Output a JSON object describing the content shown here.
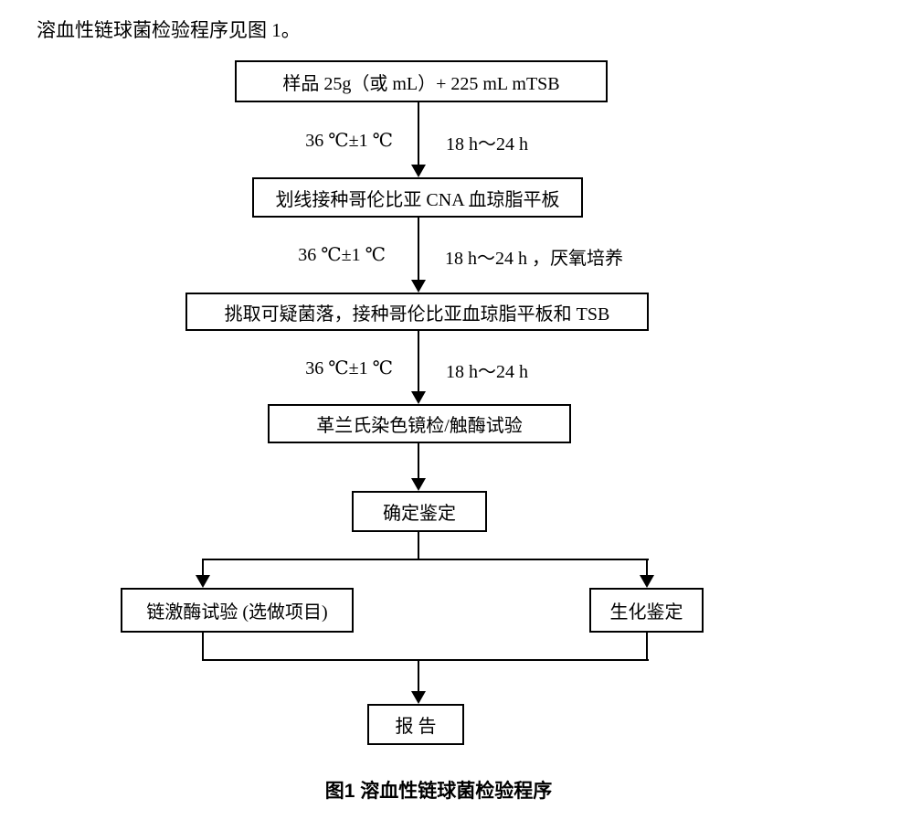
{
  "page": {
    "intro_text": "溶血性链球菌检验程序见图 1。",
    "caption": "图1 溶血性链球菌检验程序"
  },
  "flowchart": {
    "boxes": {
      "sample": "样品 25g（或 mL）+ 225 mL mTSB",
      "streak_cna": "划线接种哥伦比亚 CNA 血琼脂平板",
      "pick_colony": "挑取可疑菌落，接种哥伦比亚血琼脂平板和 TSB",
      "gram_stain": "革兰氏染色镜检/触酶试验",
      "confirm_id": "确定鉴定",
      "streptokinase": "链激酶试验 (选做项目)",
      "biochemical": "生化鉴定",
      "report": "报 告"
    },
    "edge_labels": {
      "step1_left": "36 ℃±1 ℃",
      "step1_right": "18 h～24 h",
      "step2_left": "36 ℃±1 ℃",
      "step2_right": "18 h～24 h ，厌氧培养",
      "step3_left": "36 ℃±1 ℃",
      "step3_right": "18 h～24 h"
    }
  }
}
